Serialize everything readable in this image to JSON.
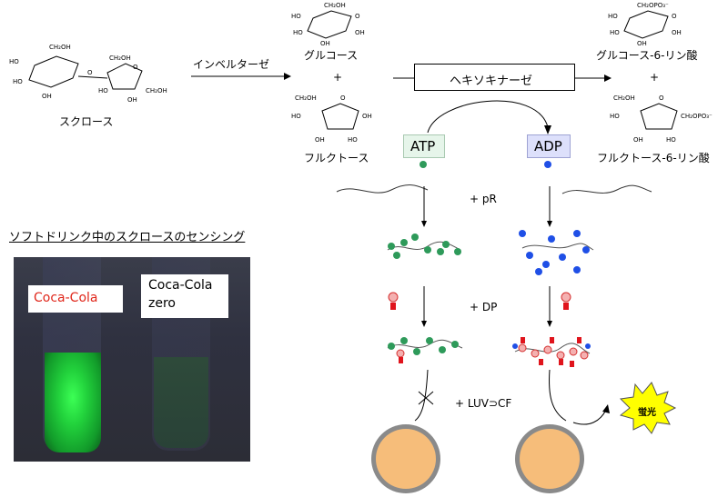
{
  "labels": {
    "sucrose": "スクロース",
    "invertase": "インベルターゼ",
    "glucose": "グルコース",
    "plus_top": "+",
    "fructose": "フルクトース",
    "hexokinase": "ヘキソキナーゼ",
    "glucose6p": "グルコース-6-リン酸",
    "plus_right": "+",
    "fructose6p": "フルクトース-6-リン酸",
    "atp": "ATP",
    "adp": "ADP",
    "plus_pr": "+ pR",
    "plus_dp": "+ DP",
    "plus_luv": "+ LUV⊃CF",
    "fluorescence": "蛍光",
    "sensing_title": "ソフトドリンク中のスクロースのセンシング",
    "coca_cola": "Coca-Cola",
    "coca_cola_zero_1": "Coca-Cola",
    "coca_cola_zero_2": "zero"
  },
  "chem": {
    "ch2oh": "CH₂OH",
    "ch2opo3": "CH₂OPO₃⁻",
    "oh": "OH",
    "ho": "HO",
    "o": "O"
  },
  "colors": {
    "atp_box": "#e6f5ea",
    "adp_box": "#dde0fb",
    "green_dot": "#2e9a5a",
    "blue_dot": "#1f4fe6",
    "red_tag": "#e0141c",
    "coca_red": "#e0261a",
    "vesicle_fill": "#f6bd7a",
    "vesicle_ring": "#8a8a8a",
    "burst_fill": "#ffff00"
  }
}
